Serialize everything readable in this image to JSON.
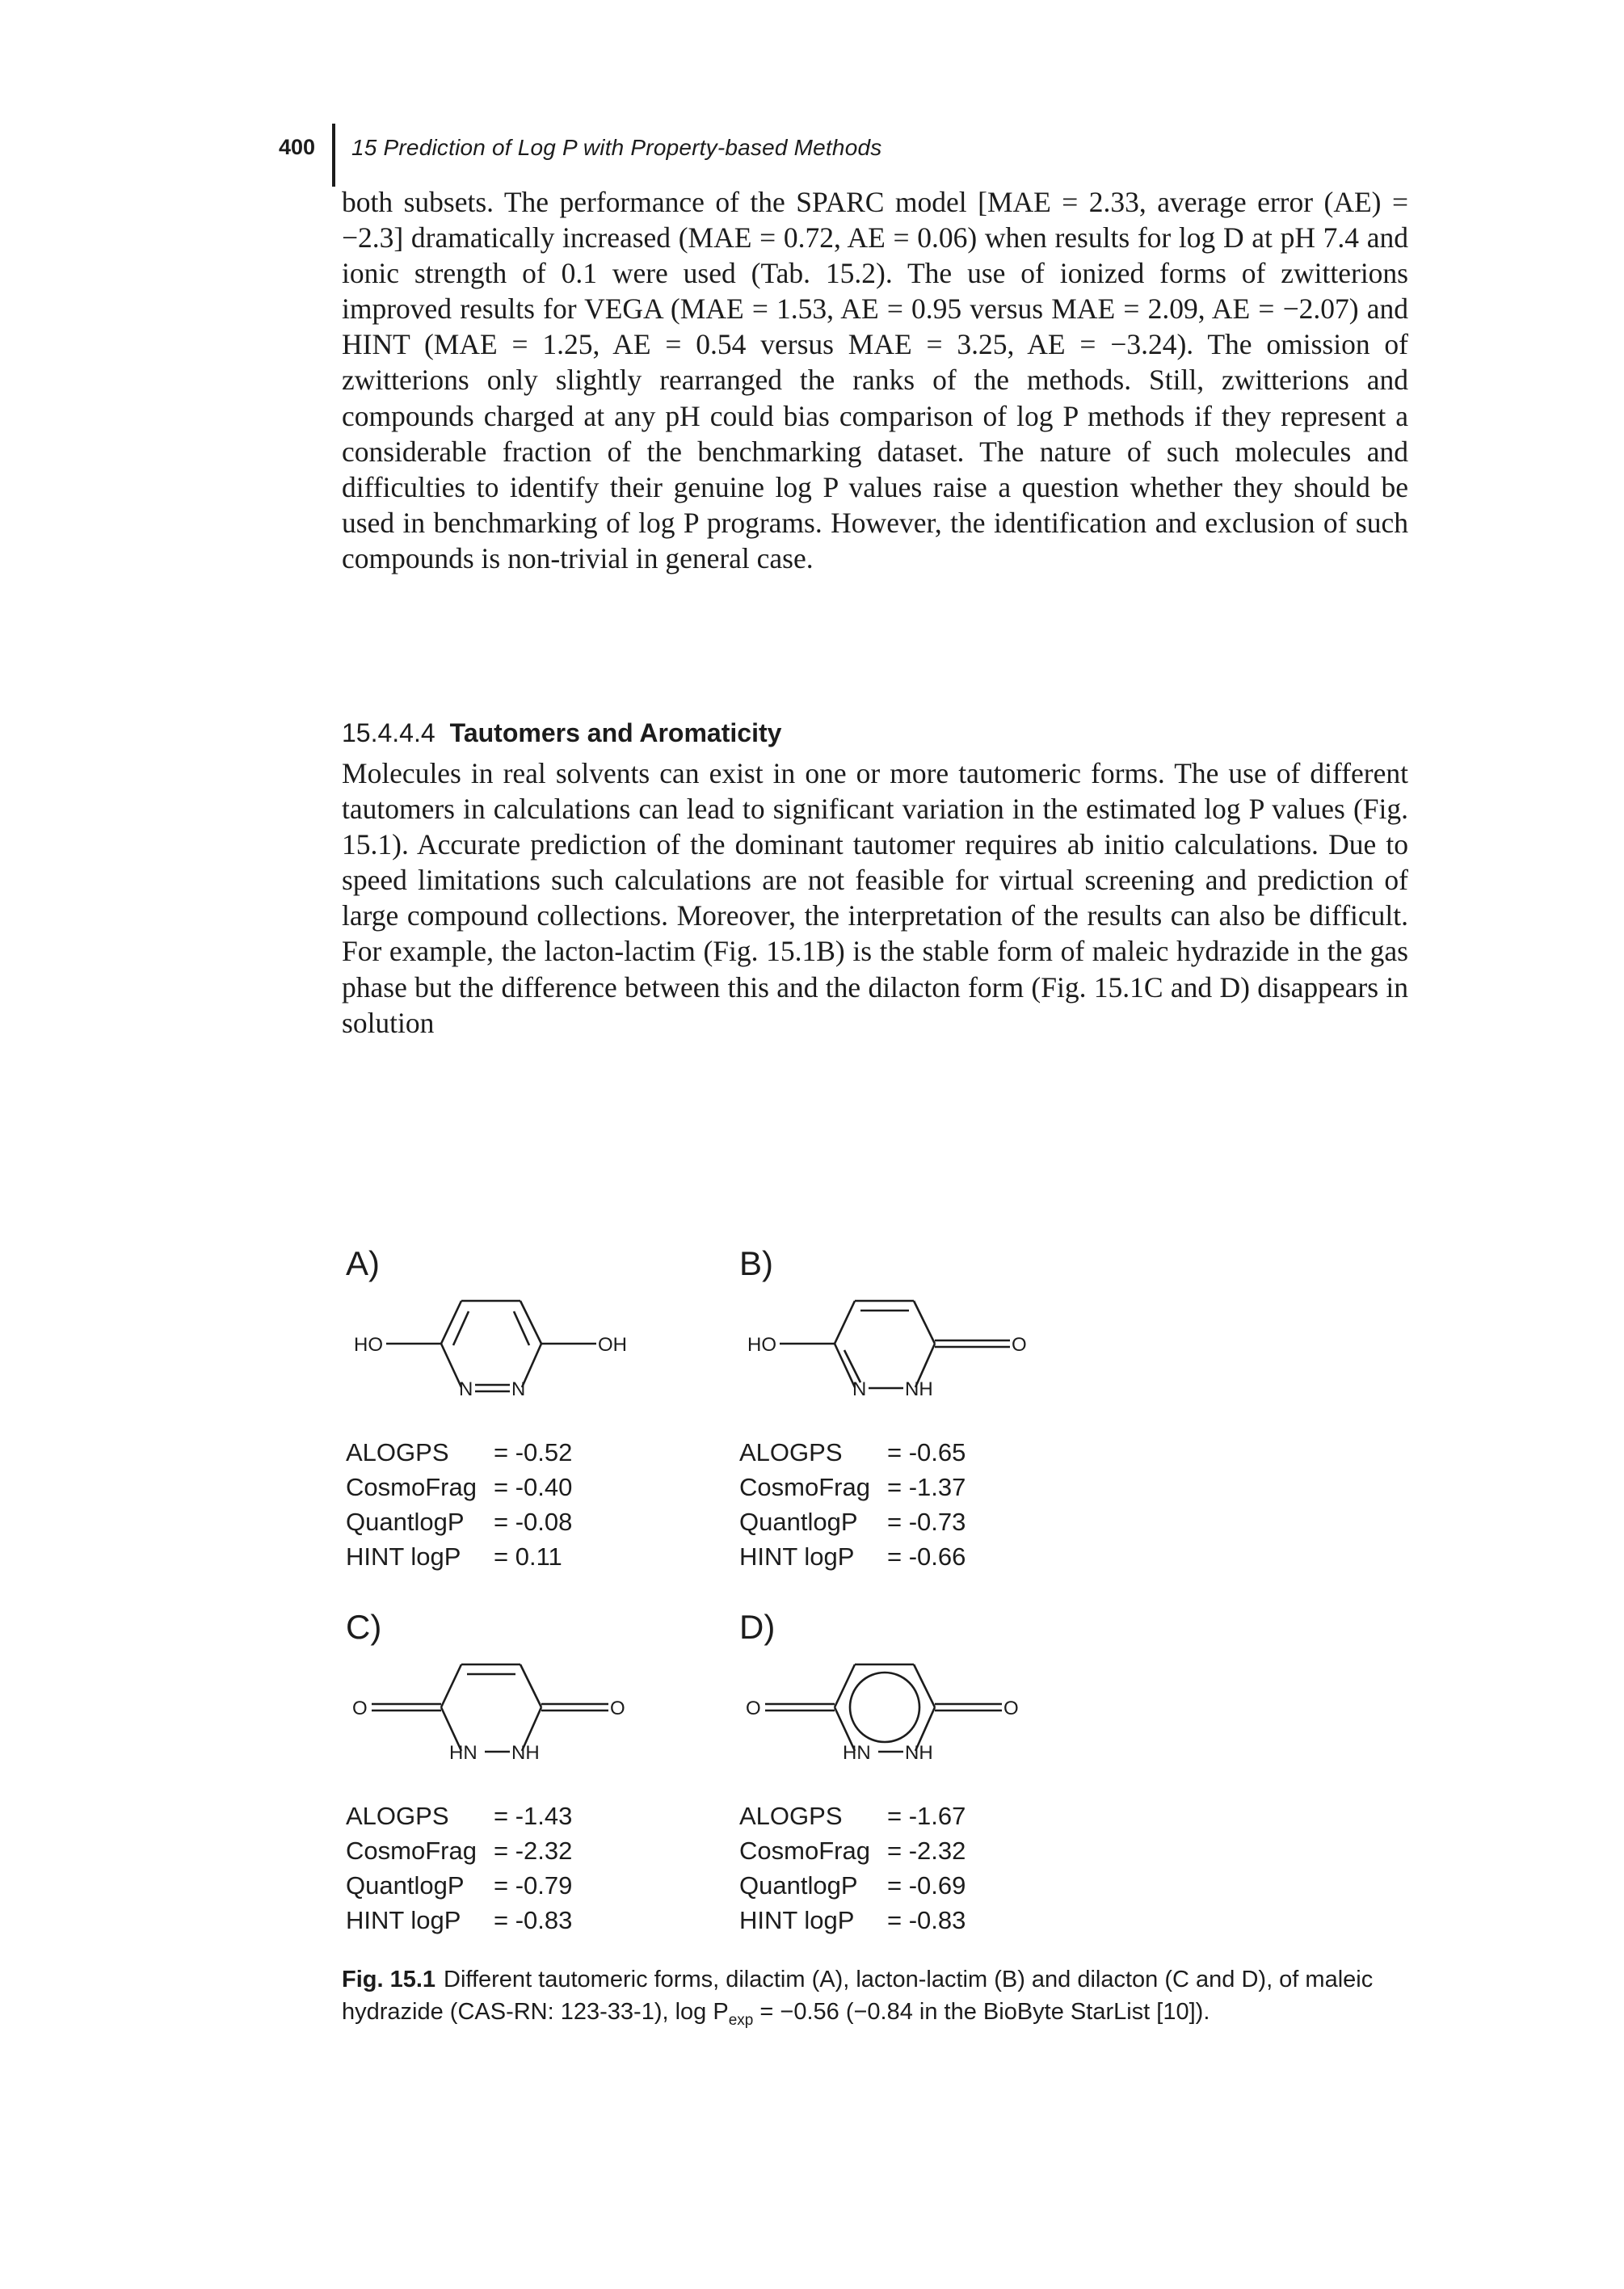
{
  "header": {
    "page_number": "400",
    "running_title": "15 Prediction of Log P with Property-based Methods"
  },
  "paragraph_1": "both subsets. The performance of the SPARC model [MAE = 2.33, average error (AE) = −2.3] dramatically increased (MAE = 0.72, AE = 0.06) when results for log D at pH 7.4 and ionic strength of 0.1 were used (Tab. 15.2). The use of ionized forms of zwitterions improved results for VEGA (MAE = 1.53, AE = 0.95 versus MAE = 2.09, AE = −2.07) and HINT (MAE = 1.25, AE = 0.54 versus MAE = 3.25, AE = −3.24). The omission of zwitterions only slightly rearranged the ranks of the methods. Still, zwitterions and compounds charged at any pH could bias comparison of log P methods if they represent a considerable fraction of the benchmarking dataset. The nature of such molecules and difficulties to identify their genuine log P values raise a question whether they should be used in benchmarking of log P programs. However, the identification and exclusion of such compounds is non-trivial in general case.",
  "section": {
    "number": "15.4.4.4",
    "title": "Tautomers and Aromaticity"
  },
  "paragraph_2": "Molecules in real solvents can exist in one or more tautomeric forms. The use of different tautomers in calculations can lead to significant variation in the estimated log P values (Fig. 15.1). Accurate prediction of the dominant tautomer requires ab initio calculations. Due to speed limitations such calculations are not feasible for virtual screening and prediction of large compound collections. Moreover, the interpretation of the results can also be difficult. For example, the lacton-lactim (Fig. 15.1B) is the stable form of maleic hydrazide in the gas phase but the difference between this and the dilacton form (Fig. 15.1C and D) disappears in solution",
  "figure": {
    "panels": [
      {
        "letter": "A)",
        "atoms": {
          "left": "HO",
          "right": "OH",
          "bottom_left": "N",
          "bottom_right": "N"
        },
        "values": [
          {
            "method": "ALOGPS",
            "value": "= -0.52"
          },
          {
            "method": "CosmoFrag",
            "value": "= -0.40"
          },
          {
            "method": "QuantlogP",
            "value": "= -0.08"
          },
          {
            "method": "HINT logP",
            "value": "= 0.11"
          }
        ]
      },
      {
        "letter": "B)",
        "atoms": {
          "left": "HO",
          "right": "O",
          "bottom_left": "N",
          "bottom_right": "NH"
        },
        "values": [
          {
            "method": "ALOGPS",
            "value": "= -0.65"
          },
          {
            "method": "CosmoFrag",
            "value": "= -1.37"
          },
          {
            "method": "QuantlogP",
            "value": "= -0.73"
          },
          {
            "method": "HINT logP",
            "value": "= -0.66"
          }
        ]
      },
      {
        "letter": "C)",
        "atoms": {
          "left": "O",
          "right": "O",
          "bottom_left": "HN",
          "bottom_right": "NH"
        },
        "values": [
          {
            "method": "ALOGPS",
            "value": "= -1.43"
          },
          {
            "method": "CosmoFrag",
            "value": "= -2.32"
          },
          {
            "method": "QuantlogP",
            "value": "= -0.79"
          },
          {
            "method": "HINT logP",
            "value": "= -0.83"
          }
        ]
      },
      {
        "letter": "D)",
        "atoms": {
          "left": "O",
          "right": "O",
          "bottom_left": "HN",
          "bottom_right": "NH"
        },
        "values": [
          {
            "method": "ALOGPS",
            "value": "= -1.67"
          },
          {
            "method": "CosmoFrag",
            "value": "= -2.32"
          },
          {
            "method": "QuantlogP",
            "value": "= -0.69"
          },
          {
            "method": "HINT logP",
            "value": "= -0.83"
          }
        ]
      }
    ],
    "caption_label": "Fig. 15.1",
    "caption_text": "Different tautomeric forms, dilactim (A), lacton-lactim (B) and dilacton (C and D), of maleic hydrazide (CAS-RN: 123-33-1), log P",
    "caption_subscript": "exp",
    "caption_tail": " = −0.56 (−0.84 in the BioByte StarList [10])."
  }
}
